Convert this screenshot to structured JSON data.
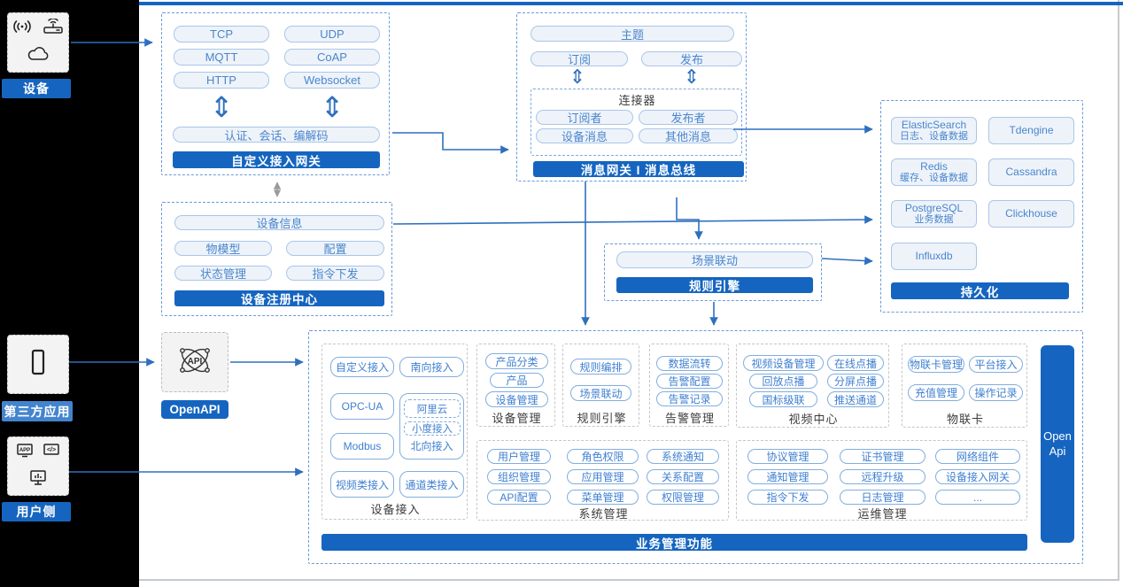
{
  "rail": {
    "devices": {
      "label": "设备"
    },
    "third_party": {
      "label": "第三方应用"
    },
    "user_side": {
      "label": "用户侧"
    }
  },
  "gateway": {
    "title": "自定义接入网关",
    "protocols": [
      "TCP",
      "UDP",
      "MQTT",
      "CoAP",
      "HTTP",
      "Websocket"
    ],
    "middleware": "认证、会话、编解码"
  },
  "message_bus": {
    "title": "消息网关 I 消息总线",
    "topic": "主题",
    "subscribe": "订阅",
    "publish": "发布",
    "connector": {
      "title": "连接器",
      "items": [
        "订阅者",
        "发布者",
        "设备消息",
        "其他消息"
      ]
    }
  },
  "registry": {
    "title": "设备注册中心",
    "device_info": "设备信息",
    "items": [
      "物模型",
      "配置",
      "状态管理",
      "指令下发"
    ]
  },
  "rule_engine": {
    "title": "规则引擎",
    "scene_linkage": "场景联动"
  },
  "persistence": {
    "title": "持久化",
    "stores": [
      {
        "name": "ElasticSearch",
        "desc": "日志、设备数据"
      },
      {
        "name": "Tdengine",
        "desc": ""
      },
      {
        "name": "Redis",
        "desc": "缓存、设备数据"
      },
      {
        "name": "Cassandra",
        "desc": ""
      },
      {
        "name": "PostgreSQL",
        "desc": "业务数据"
      },
      {
        "name": "Clickhouse",
        "desc": ""
      },
      {
        "name": "Influxdb",
        "desc": ""
      }
    ]
  },
  "openapi": {
    "label": "OpenAPI"
  },
  "business": {
    "title": "业务管理功能",
    "open_api": "Open Api",
    "device_access": {
      "label": "设备接入",
      "items": [
        "自定义接入",
        "南向接入",
        "OPC-UA",
        "Modbus",
        "视频类接入",
        "通道类接入"
      ],
      "north": {
        "label": "北向接入",
        "sub": [
          "阿里云",
          "小度接入"
        ]
      }
    },
    "device_mgmt": {
      "label": "设备管理",
      "items": [
        "产品分类",
        "产品",
        "设备管理"
      ]
    },
    "rule_engine": {
      "label": "规则引擎",
      "items": [
        "规则编排",
        "场景联动"
      ]
    },
    "alarm": {
      "label": "告警管理",
      "items": [
        "数据流转",
        "告警配置",
        "告警记录"
      ]
    },
    "video": {
      "label": "视频中心",
      "items": [
        "视频设备管理",
        "在线点播",
        "回放点播",
        "分屏点播",
        "国标级联",
        "推送通道"
      ]
    },
    "iot_card": {
      "label": "物联卡",
      "items": [
        "物联卡管理",
        "平台接入",
        "充值管理",
        "操作记录"
      ]
    },
    "system": {
      "label": "系统管理",
      "items": [
        "用户管理",
        "角色权限",
        "系统通知",
        "组织管理",
        "应用管理",
        "关系配置",
        "API配置",
        "菜单管理",
        "权限管理"
      ]
    },
    "ops": {
      "label": "运维管理",
      "items": [
        "协议管理",
        "证书管理",
        "网络组件",
        "通知管理",
        "远程升级",
        "设备接入网关",
        "指令下发",
        "日志管理",
        "..."
      ]
    }
  },
  "colors": {
    "accent": "#1565c0",
    "arrow": "#2f6fbe"
  }
}
